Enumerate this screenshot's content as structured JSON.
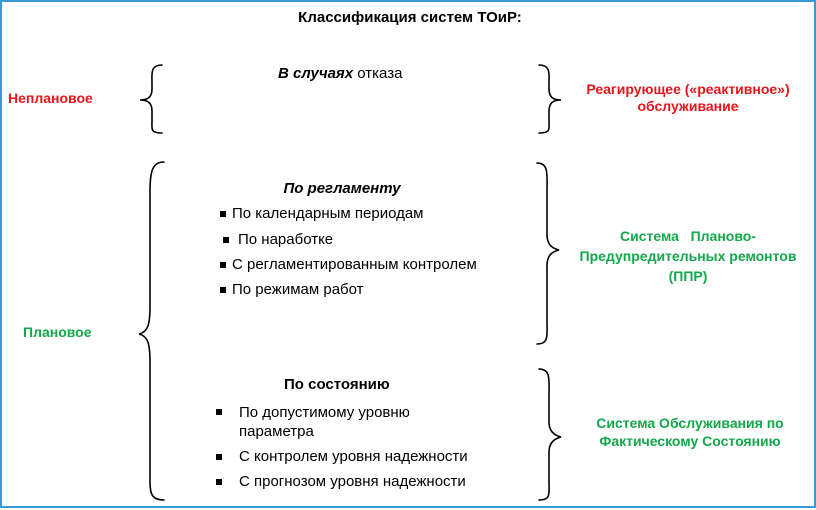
{
  "title": "Классификация систем ТОиР:",
  "rows": [
    {
      "category": "Неплановое",
      "method_heading_italic": "В случаях",
      "method_heading_rest": " отказа",
      "items": [],
      "result": "Реагирующее («реактивное») обслуживание"
    },
    {
      "category": "Плановое",
      "method_heading": "По регламенту",
      "items": [
        "По календарным периодам",
        "По наработке",
        "С регламентированным контролем",
        "По режимам работ"
      ],
      "result": "Система   Планово-Предупредительных ремонтов (ППР)"
    },
    {
      "method_heading": "По состоянию",
      "items": [
        "По допустимому уровню параметра",
        "С контролем уровня надежности",
        "С прогнозом уровня надежности"
      ],
      "result": "Система Обслуживания по Фактическому Состоянию"
    }
  ],
  "colors": {
    "border": "#3a9ad9",
    "unplanned": "#e8141a",
    "planned": "#13a84b"
  }
}
